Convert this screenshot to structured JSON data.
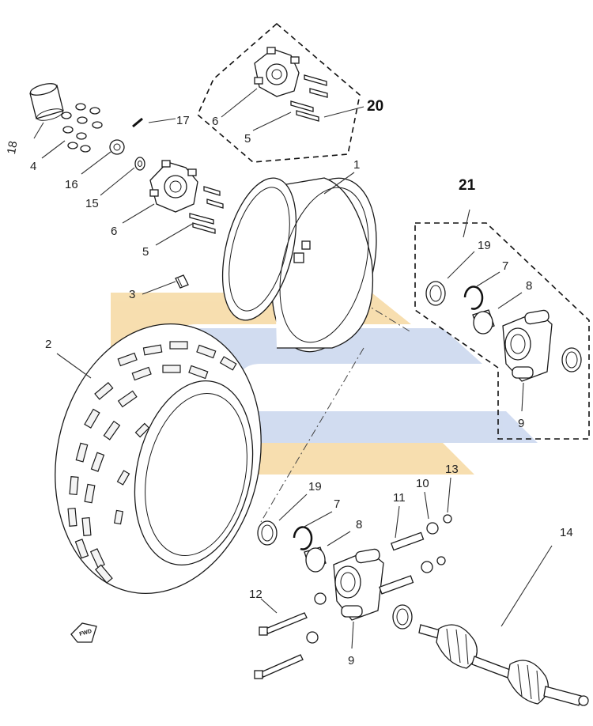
{
  "labels": {
    "l1": "1",
    "l2": "2",
    "l3": "3",
    "l4": "4",
    "l5a": "5",
    "l5b": "5",
    "l6a": "6",
    "l6b": "6",
    "l7a": "7",
    "l7b": "7",
    "l8a": "8",
    "l8b": "8",
    "l9a": "9",
    "l9b": "9",
    "l10": "10",
    "l11": "11",
    "l12": "12",
    "l13": "13",
    "l14": "14",
    "l15": "15",
    "l16": "16",
    "l17": "17",
    "l18": "18",
    "l19a": "19",
    "l19b": "19",
    "l20": "20",
    "l21": "21"
  },
  "fwd_badge": "FWD",
  "watermark": {
    "color_yellow": "#f6d9a2",
    "color_blue": "#c9d6ee"
  }
}
